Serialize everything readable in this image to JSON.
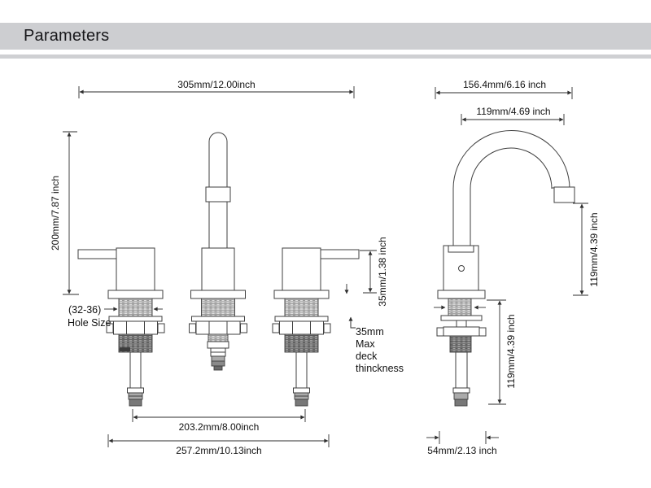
{
  "header": {
    "title": "Parameters"
  },
  "colors": {
    "header_bg": "#cdced1",
    "header_strip": "#cfd0d3",
    "line_color": "#3f3f3f",
    "text_color": "#111111"
  },
  "front_view": {
    "dim_overall_width": "305mm/12.00inch",
    "dim_height": "200mm/7.87 inch",
    "hole_size_line1": "(32-36)",
    "hole_size_line2": "Hole Size",
    "dim_handle_height": "35mm/1.38 inch",
    "deck_note": {
      "line1": "35mm",
      "line2": "Max",
      "line3": "deck",
      "line4": "thinckness"
    },
    "dim_hole_spacing": "203.2mm/8.00inch",
    "dim_overall_base": "257.2mm/10.13inch"
  },
  "side_view": {
    "dim_overall_depth": "156.4mm/6.16 inch",
    "dim_spout_reach": "119mm/4.69 inch",
    "dim_spout_height": "119mm/4.39 inch",
    "dim_below_deck": "119mm/4.39 inch",
    "dim_base_width": "54mm/2.13 inch"
  }
}
